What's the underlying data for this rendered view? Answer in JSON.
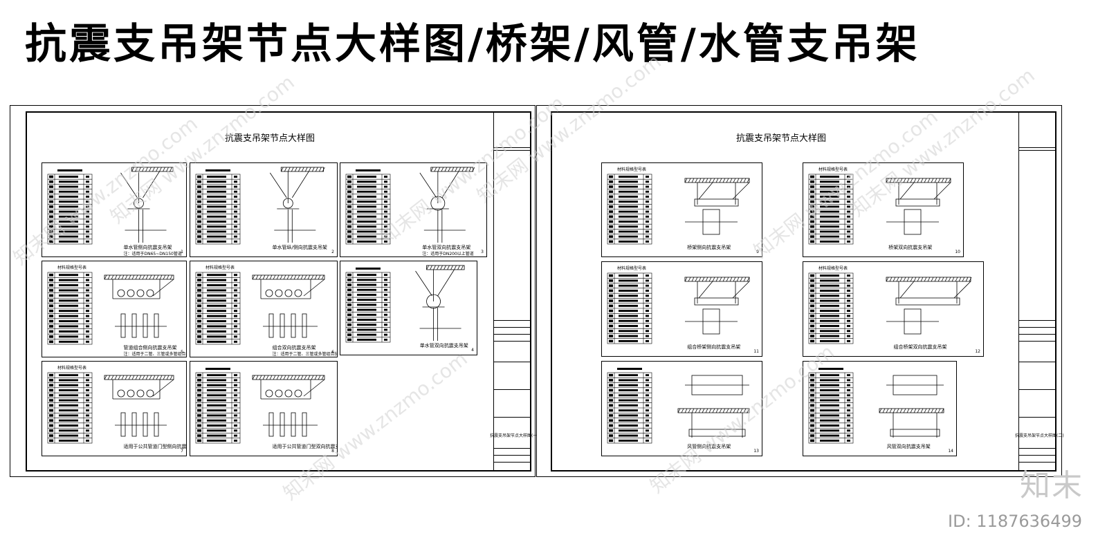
{
  "title": "抗震支吊架节点大样图/桥架/风管/水管支吊架",
  "sheets": [
    {
      "title": "抗震支吊架节点大样图",
      "titleblock_label": "抗震支吊架节点大样图(一)",
      "panels": [
        {
          "caption": "单水管侧向抗震支吊架",
          "note": "注：适用于DN65~DN150管道",
          "num": "1",
          "table_head": ""
        },
        {
          "caption": "单水管纵/侧向抗震支吊架",
          "note": "",
          "num": "2",
          "table_head": ""
        },
        {
          "caption": "单水管双向抗震支吊架",
          "note": "注：适用于DN200以上管道",
          "num": "3",
          "table_head": ""
        },
        {
          "caption": "管道组合侧向抗震支吊架",
          "note": "注：适用于二管、三管或多管组合抗震支吊架",
          "num": "5",
          "table_head": "材料规格型号表"
        },
        {
          "caption": "组合双向抗震支吊架",
          "note": "注：适用于二管、三管或多管组合抗震支吊架",
          "num": "6",
          "table_head": "材料规格型号表"
        },
        {
          "caption": "单水管双向抗震支吊架",
          "note": "",
          "num": "4",
          "table_head": ""
        },
        {
          "caption": "适用于公共管道门型侧向抗震支吊架",
          "note": "",
          "num": "7",
          "table_head": "材料规格型号表"
        },
        {
          "caption": "适用于公共管道门型双向抗震支吊架",
          "note": "",
          "num": "8",
          "table_head": ""
        }
      ]
    },
    {
      "title": "抗震支吊架节点大样图",
      "titleblock_label": "抗震支吊架节点大样图(二)",
      "panels": [
        {
          "caption": "桥架侧向抗震支吊架",
          "note": "",
          "num": "9",
          "table_head": "材料规格型号表"
        },
        {
          "caption": "桥架双向抗震支吊架",
          "note": "",
          "num": "10",
          "table_head": "材料规格型号表"
        },
        {
          "caption": "组合桥架侧向抗震支吊架",
          "note": "",
          "num": "11",
          "table_head": "材料规格型号表"
        },
        {
          "caption": "组合桥架双向抗震支吊架",
          "note": "",
          "num": "12",
          "table_head": "材料规格型号表"
        },
        {
          "caption": "风管侧向抗震支吊架",
          "note": "",
          "num": "13",
          "table_head": ""
        },
        {
          "caption": "风管双向抗震支吊架",
          "note": "",
          "num": "14",
          "table_head": ""
        }
      ]
    }
  ],
  "watermark_text": "知末网 www.znzmo.com",
  "logo_text": "知末",
  "id_label": "ID: 1187636499"
}
